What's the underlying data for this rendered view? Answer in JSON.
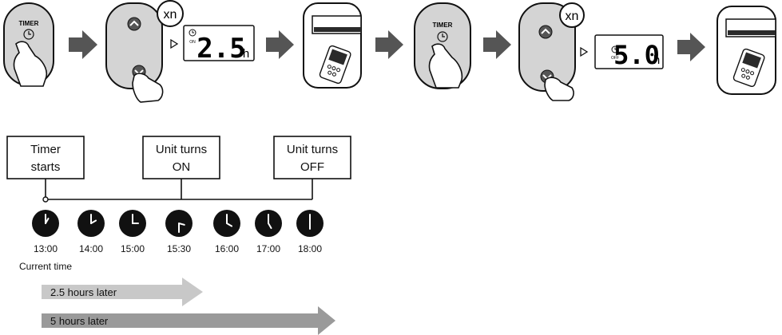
{
  "sequence": {
    "timer_label": "TIMER",
    "repeat_label": "xn",
    "on_display": {
      "mode_label": "ON",
      "value": "2.5",
      "unit": "h"
    },
    "off_display": {
      "mode_label": "OFF",
      "value": "5.0",
      "unit": "h"
    }
  },
  "timeline": {
    "boxes": [
      {
        "line1": "Timer",
        "line2": "starts"
      },
      {
        "line1": "Unit turns",
        "line2": "ON"
      },
      {
        "line1": "Unit turns",
        "line2": "OFF"
      }
    ],
    "clocks": [
      {
        "time": "13:00",
        "minute_deg": 0,
        "hour_deg": 30
      },
      {
        "time": "14:00",
        "minute_deg": 0,
        "hour_deg": 60
      },
      {
        "time": "15:00",
        "minute_deg": 0,
        "hour_deg": 90
      },
      {
        "time": "15:30",
        "minute_deg": 180,
        "hour_deg": 105
      },
      {
        "time": "16:00",
        "minute_deg": 0,
        "hour_deg": 120
      },
      {
        "time": "17:00",
        "minute_deg": 0,
        "hour_deg": 150
      },
      {
        "time": "18:00",
        "minute_deg": 0,
        "hour_deg": 180
      }
    ],
    "current_time_label": "Current time",
    "bars": [
      {
        "label": "2.5 hours later",
        "color": "#c8c8c8"
      },
      {
        "label": "5 hours later",
        "color": "#9a9a9a"
      }
    ]
  },
  "colors": {
    "arrow": "#555555",
    "button": "#d4d4d4",
    "ink": "#111111",
    "clock": "#111111"
  }
}
